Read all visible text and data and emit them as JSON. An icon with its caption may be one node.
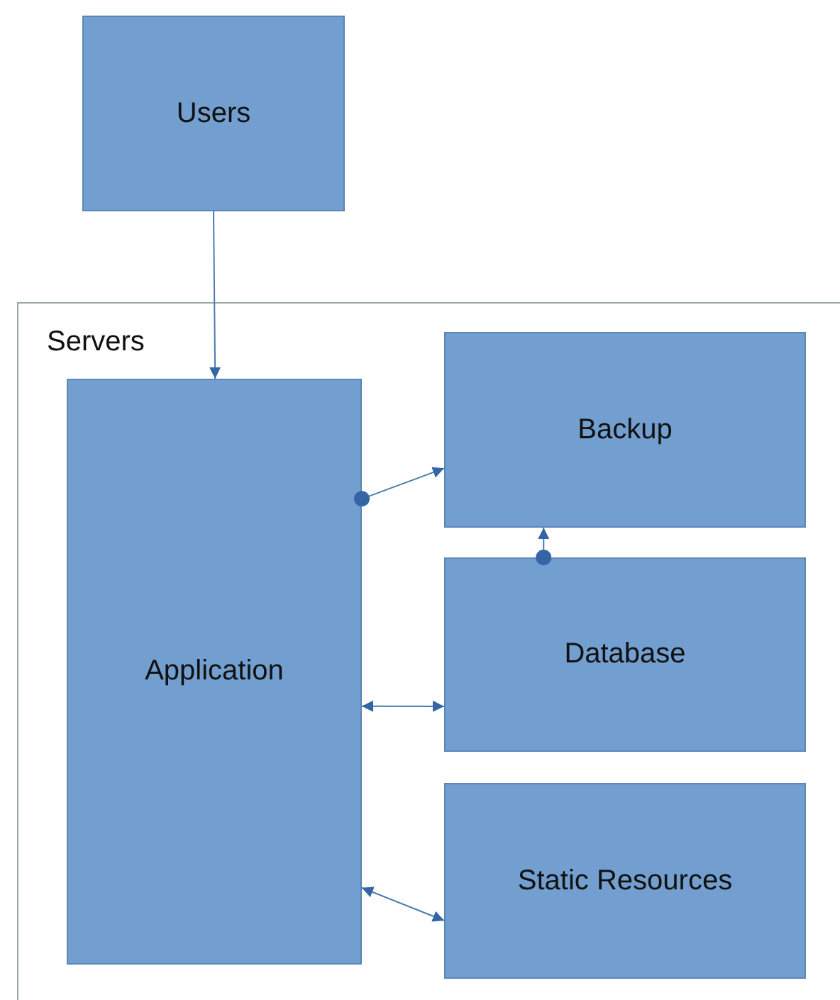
{
  "diagram": {
    "nodes": [
      {
        "text": [
          "Users"
        ]
      },
      {
        "text": [
          "Servers"
        ]
      },
      {
        "text": [
          "Application"
        ],
        "in": 1
      },
      {
        "text": [
          "Backup"
        ],
        "in": 1
      },
      {
        "text": [
          "Database"
        ],
        "in": 1
      },
      {
        "text": [
          "Static Resources"
        ],
        "in": 1
      }
    ],
    "edges": [
      {
        "from": 0,
        "to": 2,
        "arrow": "to"
      },
      {
        "from": 2,
        "to": 3,
        "arrow": "to"
      },
      {
        "from": 4,
        "to": 3,
        "arrow": "to"
      },
      {
        "from": 2,
        "to": 4,
        "arrow": "both"
      },
      {
        "from": 2,
        "to": 5,
        "arrow": "both"
      }
    ]
  }
}
